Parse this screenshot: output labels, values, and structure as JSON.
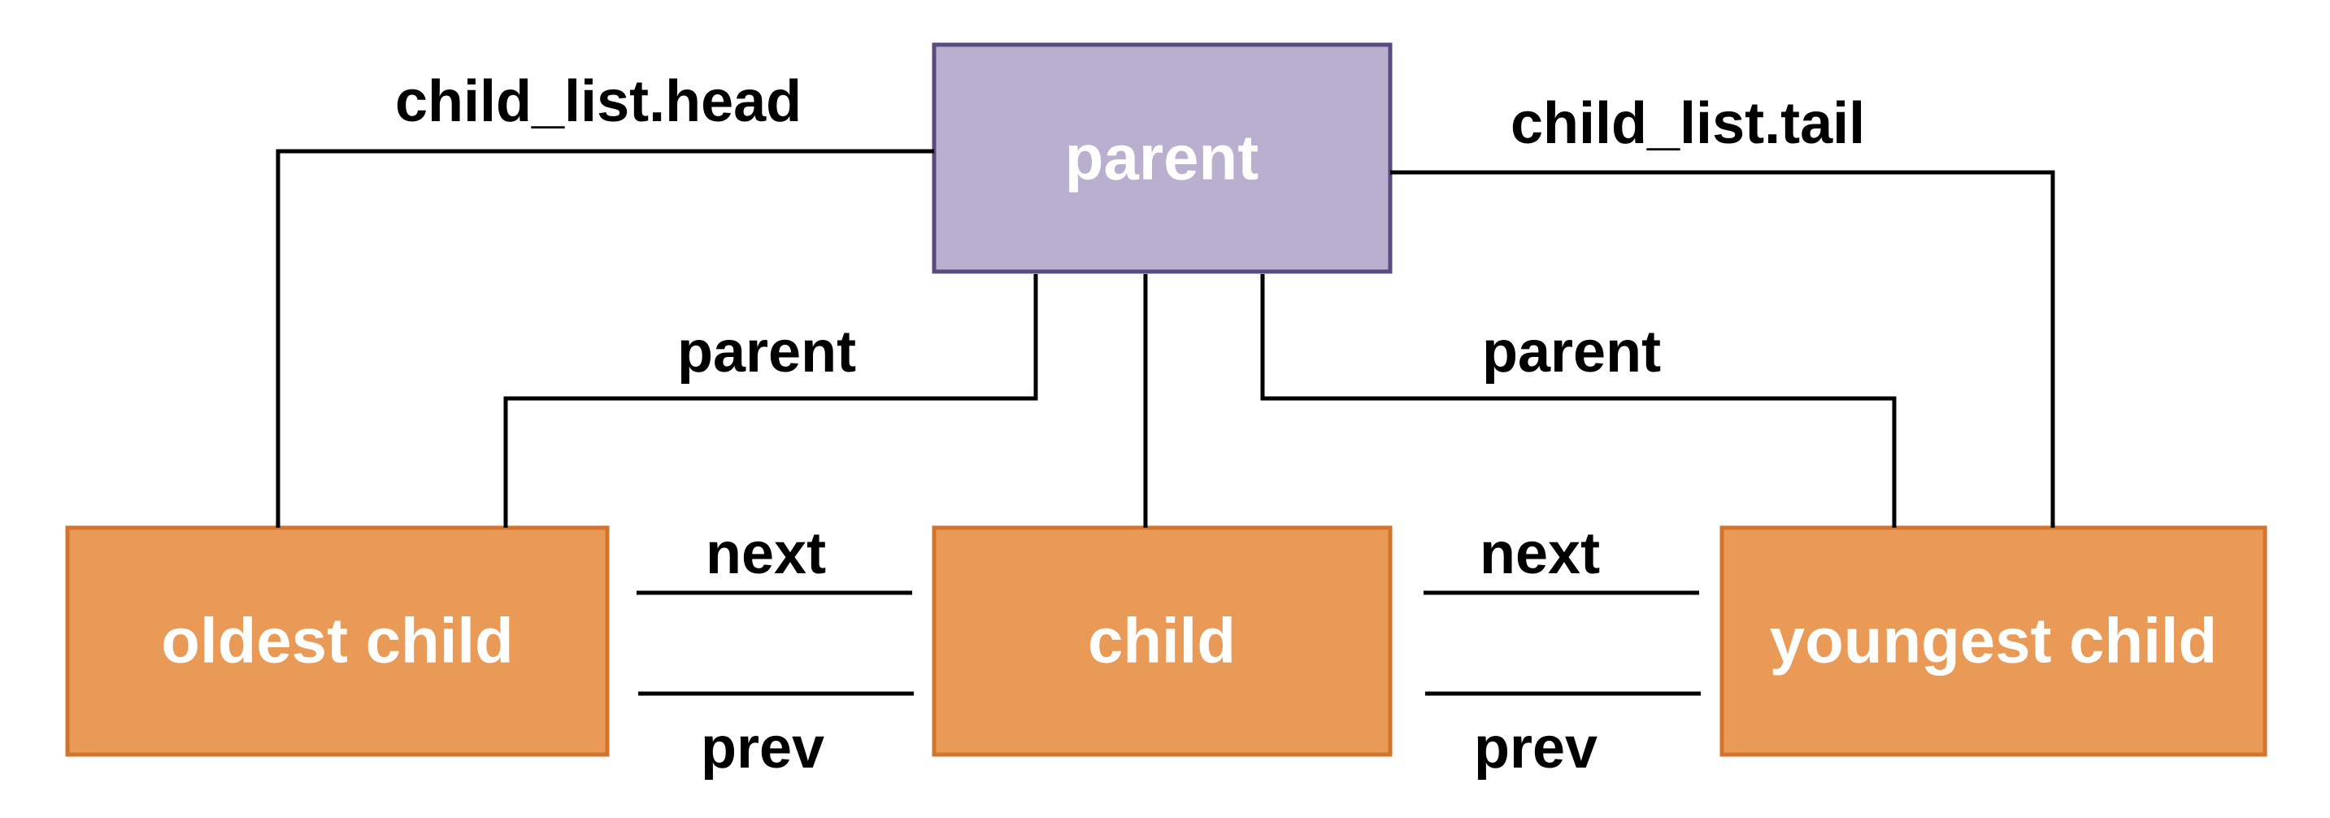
{
  "nodes": {
    "parent": {
      "label": "parent",
      "color": "#b9afce",
      "border": "#5a4a7e"
    },
    "oldest_child": {
      "label": "oldest child",
      "color": "#e99a57",
      "border": "#d4742c"
    },
    "child": {
      "label": "child",
      "color": "#e99a57",
      "border": "#d4742c"
    },
    "youngest_child": {
      "label": "youngest child",
      "color": "#e99a57",
      "border": "#d4742c"
    }
  },
  "edges": {
    "head": "child_list.head",
    "tail": "child_list.tail",
    "parent_left": "parent",
    "parent_right": "parent",
    "next_left": "next",
    "next_right": "next",
    "prev_left": "prev",
    "prev_right": "prev"
  }
}
